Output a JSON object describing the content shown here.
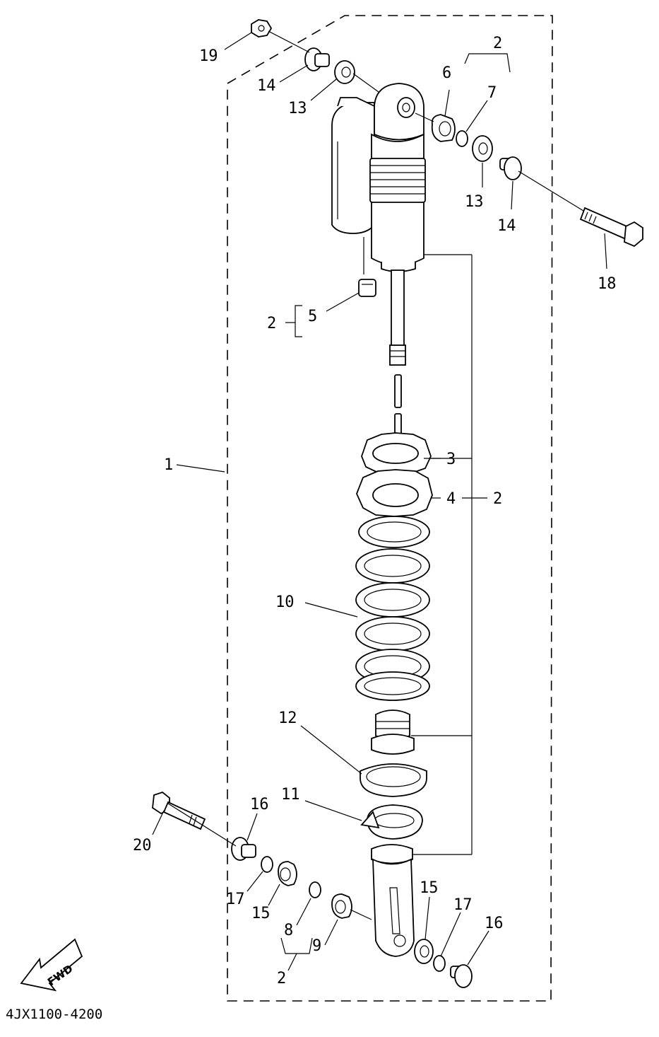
{
  "diagram": {
    "part_code": "4JX1100-4200",
    "direction_label": "FWD",
    "callouts": {
      "c1": "1",
      "c2_top": "2",
      "c2_side": "2",
      "c2_mid": "2",
      "c2_bottom": "2",
      "c3": "3",
      "c4": "4",
      "c5": "5",
      "c6": "6",
      "c7": "7",
      "c8": "8",
      "c9": "9",
      "c10": "10",
      "c11": "11",
      "c12": "12",
      "c13_left": "13",
      "c13_right": "13",
      "c14_left": "14",
      "c14_right": "14",
      "c15_left": "15",
      "c15_right": "15",
      "c16_left": "16",
      "c16_right": "16",
      "c17_left": "17",
      "c17_right": "17",
      "c18": "18",
      "c19": "19",
      "c20": "20"
    }
  }
}
